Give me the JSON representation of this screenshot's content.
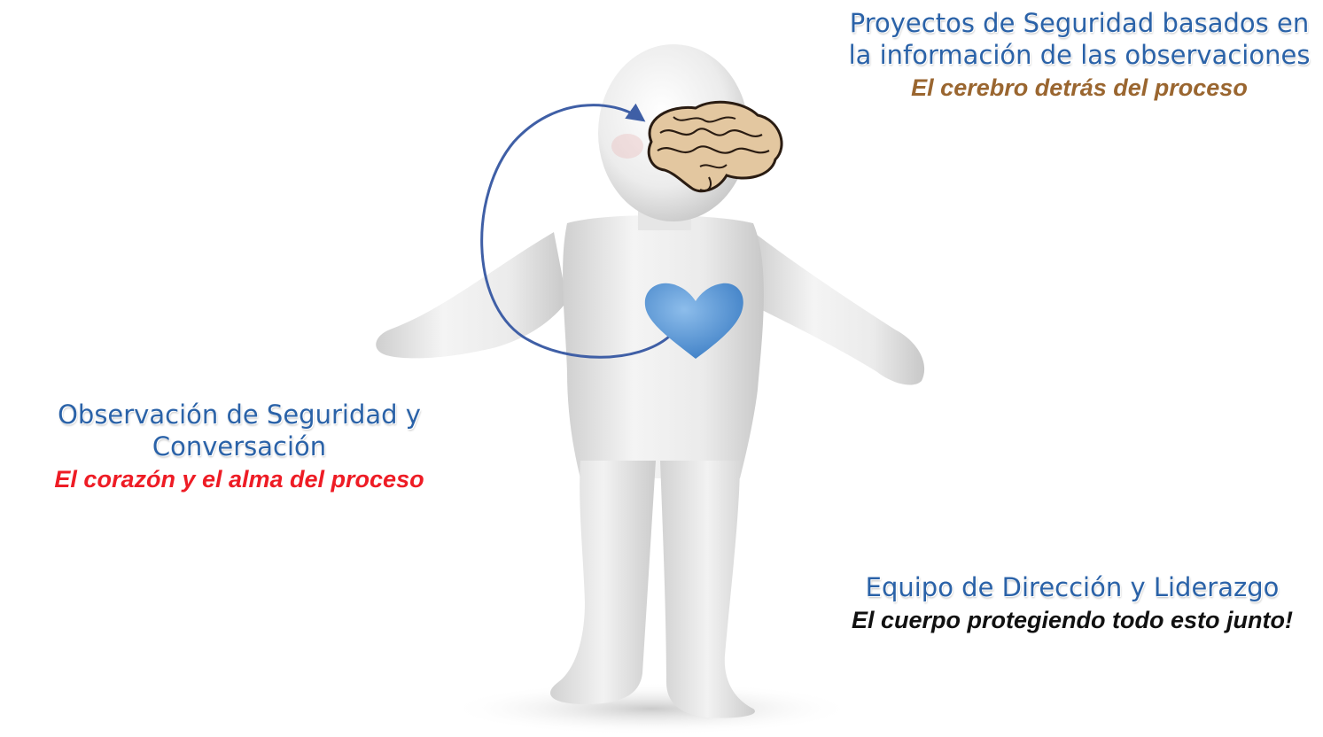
{
  "callouts": {
    "brain": {
      "title": "Proyectos de Seguridad basados en la información de las observaciones",
      "subtitle": "El cerebro detrás del proceso",
      "subtitle_color": "#9a6630"
    },
    "heart": {
      "title": "Observación de Seguridad y Conversación",
      "subtitle": "El corazón y el alma del proceso",
      "subtitle_color": "#ee1c25"
    },
    "body": {
      "title": "Equipo de Dirección y Liderazgo",
      "subtitle": "El cuerpo protegiendo todo esto junto!",
      "subtitle_color": "#111111"
    }
  },
  "colors": {
    "title": "#2a62a8",
    "arrow": "#3f5fa6",
    "heart": "#5b9ad6",
    "figure": "#e9e9e9"
  },
  "icons": {
    "brain": "brain-icon",
    "heart": "heart-icon",
    "arrow": "curved-arrow"
  }
}
